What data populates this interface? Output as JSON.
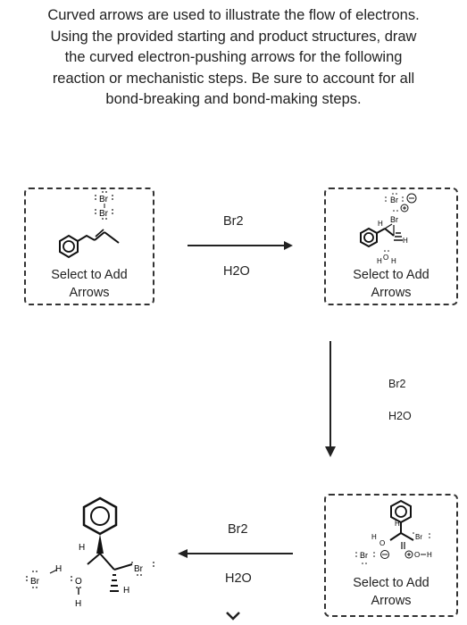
{
  "prompt": {
    "lines": [
      "Curved arrows are used to illustrate the flow of electrons.",
      "Using the provided starting and product structures, draw",
      "the curved electron-pushing arrows for the following",
      "reaction or mechanistic steps. Be sure to account for all",
      "bond-breaking and bond-making steps."
    ]
  },
  "steps": [
    {
      "box": {
        "line1": "Select to Add",
        "line2": "Arrows"
      },
      "reagent_top": "Br2",
      "reagent_bottom": "H2O"
    },
    {
      "box": {
        "line1": "Select to Add",
        "line2": "Arrows"
      },
      "reagent_top": "Br2",
      "reagent_bottom": "H2O"
    },
    {
      "box": {
        "line1": "Select to Add",
        "line2": "Arrows"
      },
      "reagent_top": "Br2",
      "reagent_bottom": "H2O"
    }
  ],
  "atoms": {
    "br": "Br",
    "h": "H",
    "o": "O",
    "plus": "+",
    "minus": "−"
  },
  "colors": {
    "text": "#222222",
    "dash_border": "#333333",
    "bond": "#111111"
  },
  "icons": [
    "right-arrow-icon",
    "down-arrow-icon",
    "left-arrow-icon",
    "chevron-down-icon"
  ]
}
